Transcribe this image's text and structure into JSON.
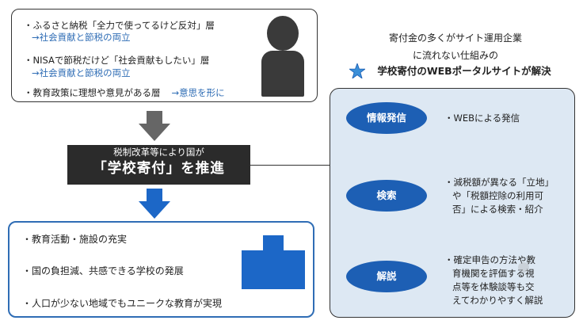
{
  "top_box": {
    "items": [
      {
        "text": "・ふるさと納税「全力で使ってるけど反対」層",
        "sub": "→社会貢献と節税の両立"
      },
      {
        "text": "・NISAで節税だけど「社会貢献もしたい」層",
        "sub": "→社会貢献と節税の両立"
      },
      {
        "text": "・教育政策に理想や意見がある層",
        "highlight": "→意思を形に"
      }
    ]
  },
  "banner": {
    "subtitle": "税制改革等により国が",
    "title": "「学校寄付」を推進"
  },
  "bottom_box": {
    "items": [
      "・教育活動・施設の充実",
      "・国の負担減、共感できる学校の発展",
      "・人口が少ない地域でもユニークな教育が実現"
    ]
  },
  "right_title": {
    "line1": "寄付金の多くがサイト運用企業",
    "line2": "に流れない仕組みの",
    "line3": "学校寄付のWEBポータルサイトが解決"
  },
  "features": [
    {
      "label": "情報発信",
      "lines": [
        "・WEBによる発信"
      ]
    },
    {
      "label": "検索",
      "lines": [
        "・減税額が異なる「立地」",
        "や「税額控除の利用可",
        "否」による検索・紹介"
      ]
    },
    {
      "label": "解説",
      "lines": [
        "・確定申告の方法や教",
        "育機関を評価する視",
        "点等を体験談等も交",
        "えてわかりやすく解説"
      ]
    }
  ],
  "colors": {
    "accent_blue": "#1d5fb4",
    "text_blue": "#2f6db5",
    "panel_bg": "#dde8f3",
    "banner_bg": "#2b2b2b",
    "star": "#3b8fd8"
  },
  "icons": {
    "person": "person-silhouette-icon",
    "building": "school-building-icon",
    "star": "star-icon"
  }
}
